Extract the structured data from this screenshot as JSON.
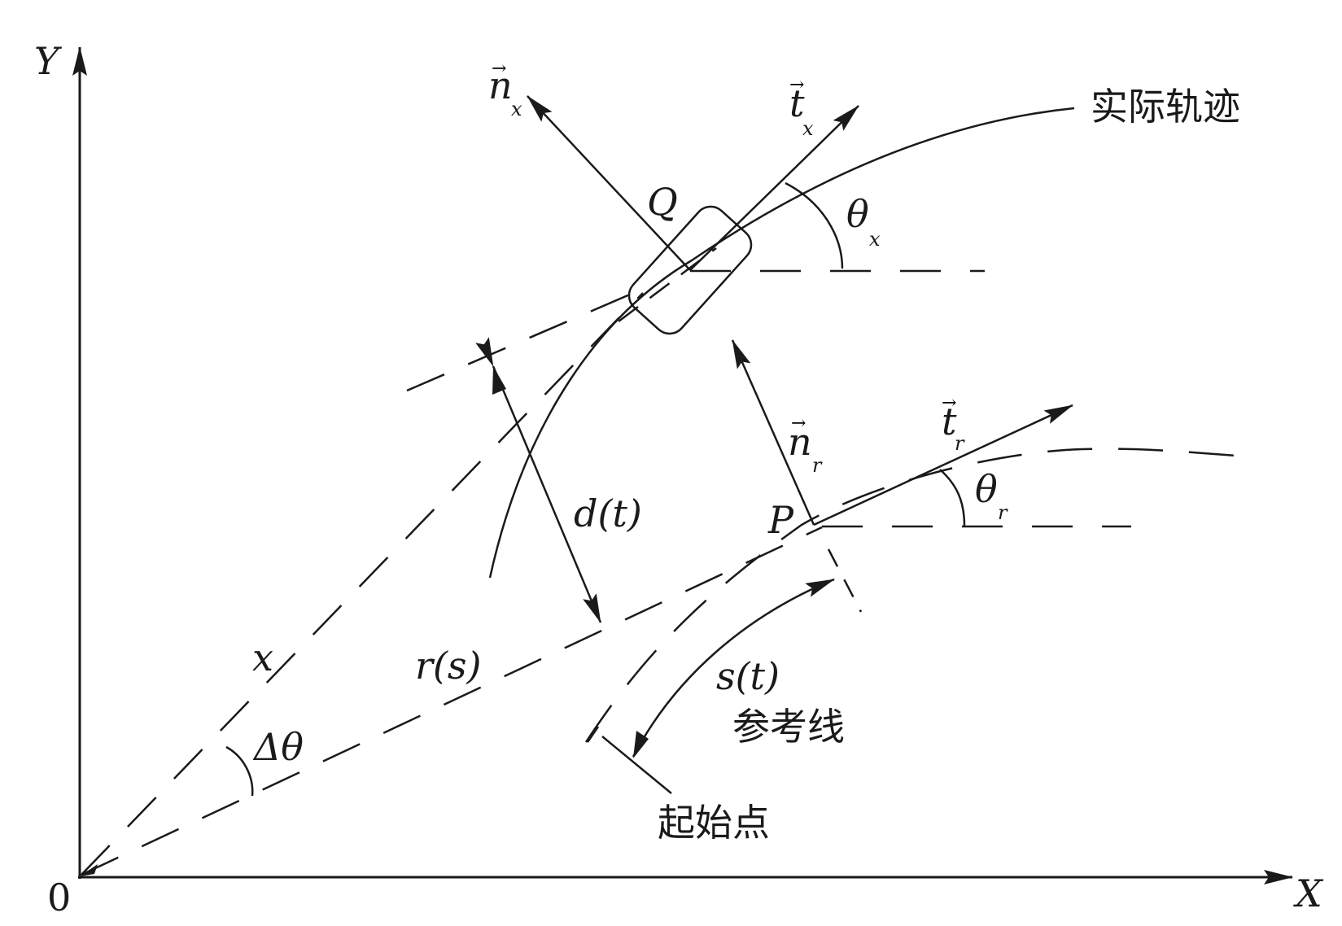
{
  "axes": {
    "y_label": "Y",
    "x_label": "X",
    "origin_label": "0"
  },
  "labels": {
    "trajectory": "实际轨迹",
    "reference_line": "参考线",
    "start_point": "起始点",
    "Q": "Q",
    "P": "P",
    "theta": "θ",
    "theta_x_sub": "x",
    "theta_r_sub": "r",
    "n": "n",
    "t": "t",
    "n_x_sub": "x",
    "t_x_sub": "x",
    "n_r_sub": "r",
    "t_r_sub": "r",
    "d_t": "d(t)",
    "s_t": "s(t)",
    "r_s": "r(s)",
    "x": "x",
    "delta_theta": "Δθ"
  },
  "colors": {
    "ink": "#1a1a1a",
    "background": "#ffffff"
  }
}
